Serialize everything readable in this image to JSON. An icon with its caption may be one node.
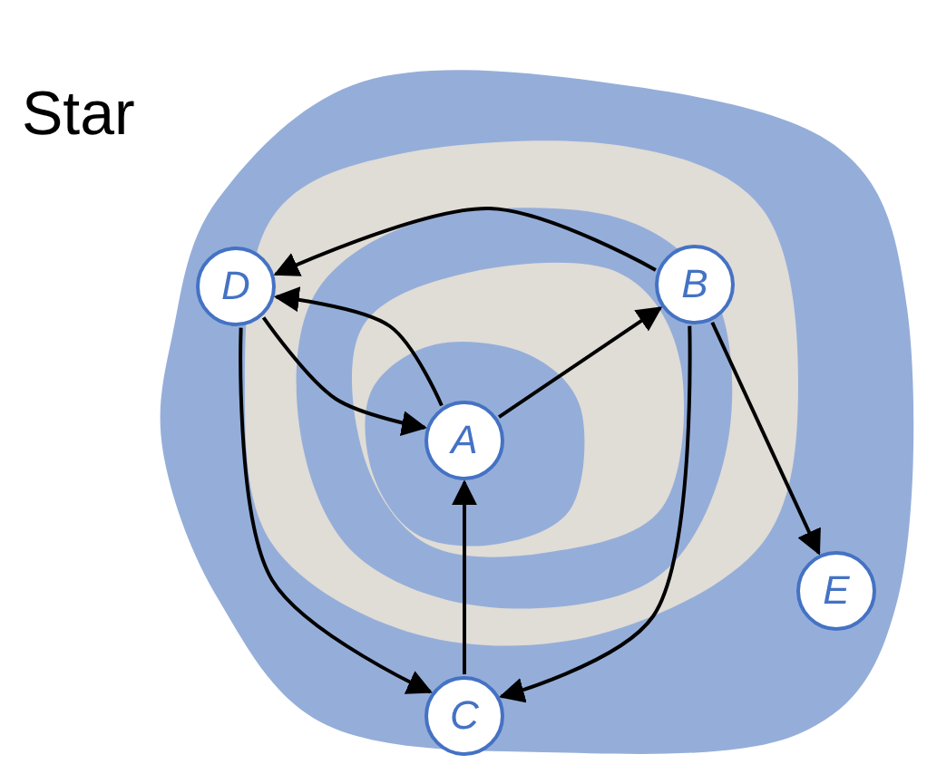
{
  "diagram": {
    "nodes": [
      {
        "text": [
          "D"
        ]
      },
      {
        "text": [
          "B"
        ]
      },
      {
        "text": [
          "A"
        ]
      },
      {
        "text": [
          "E"
        ]
      },
      {
        "text": [
          "C"
        ]
      }
    ],
    "edges": [
      {
        "from": 1,
        "to": 0,
        "arrow": "to"
      },
      {
        "from": 2,
        "to": 0,
        "arrow": "to"
      },
      {
        "from": 0,
        "to": 2,
        "arrow": "to"
      },
      {
        "from": 2,
        "to": 1,
        "arrow": "to"
      },
      {
        "from": 1,
        "to": 3,
        "arrow": "to"
      },
      {
        "from": 0,
        "to": 4,
        "arrow": "to"
      },
      {
        "from": 1,
        "to": 4,
        "arrow": "to"
      },
      {
        "from": 4,
        "to": 2,
        "arrow": "to"
      }
    ],
    "labels": [
      "Star"
    ]
  }
}
